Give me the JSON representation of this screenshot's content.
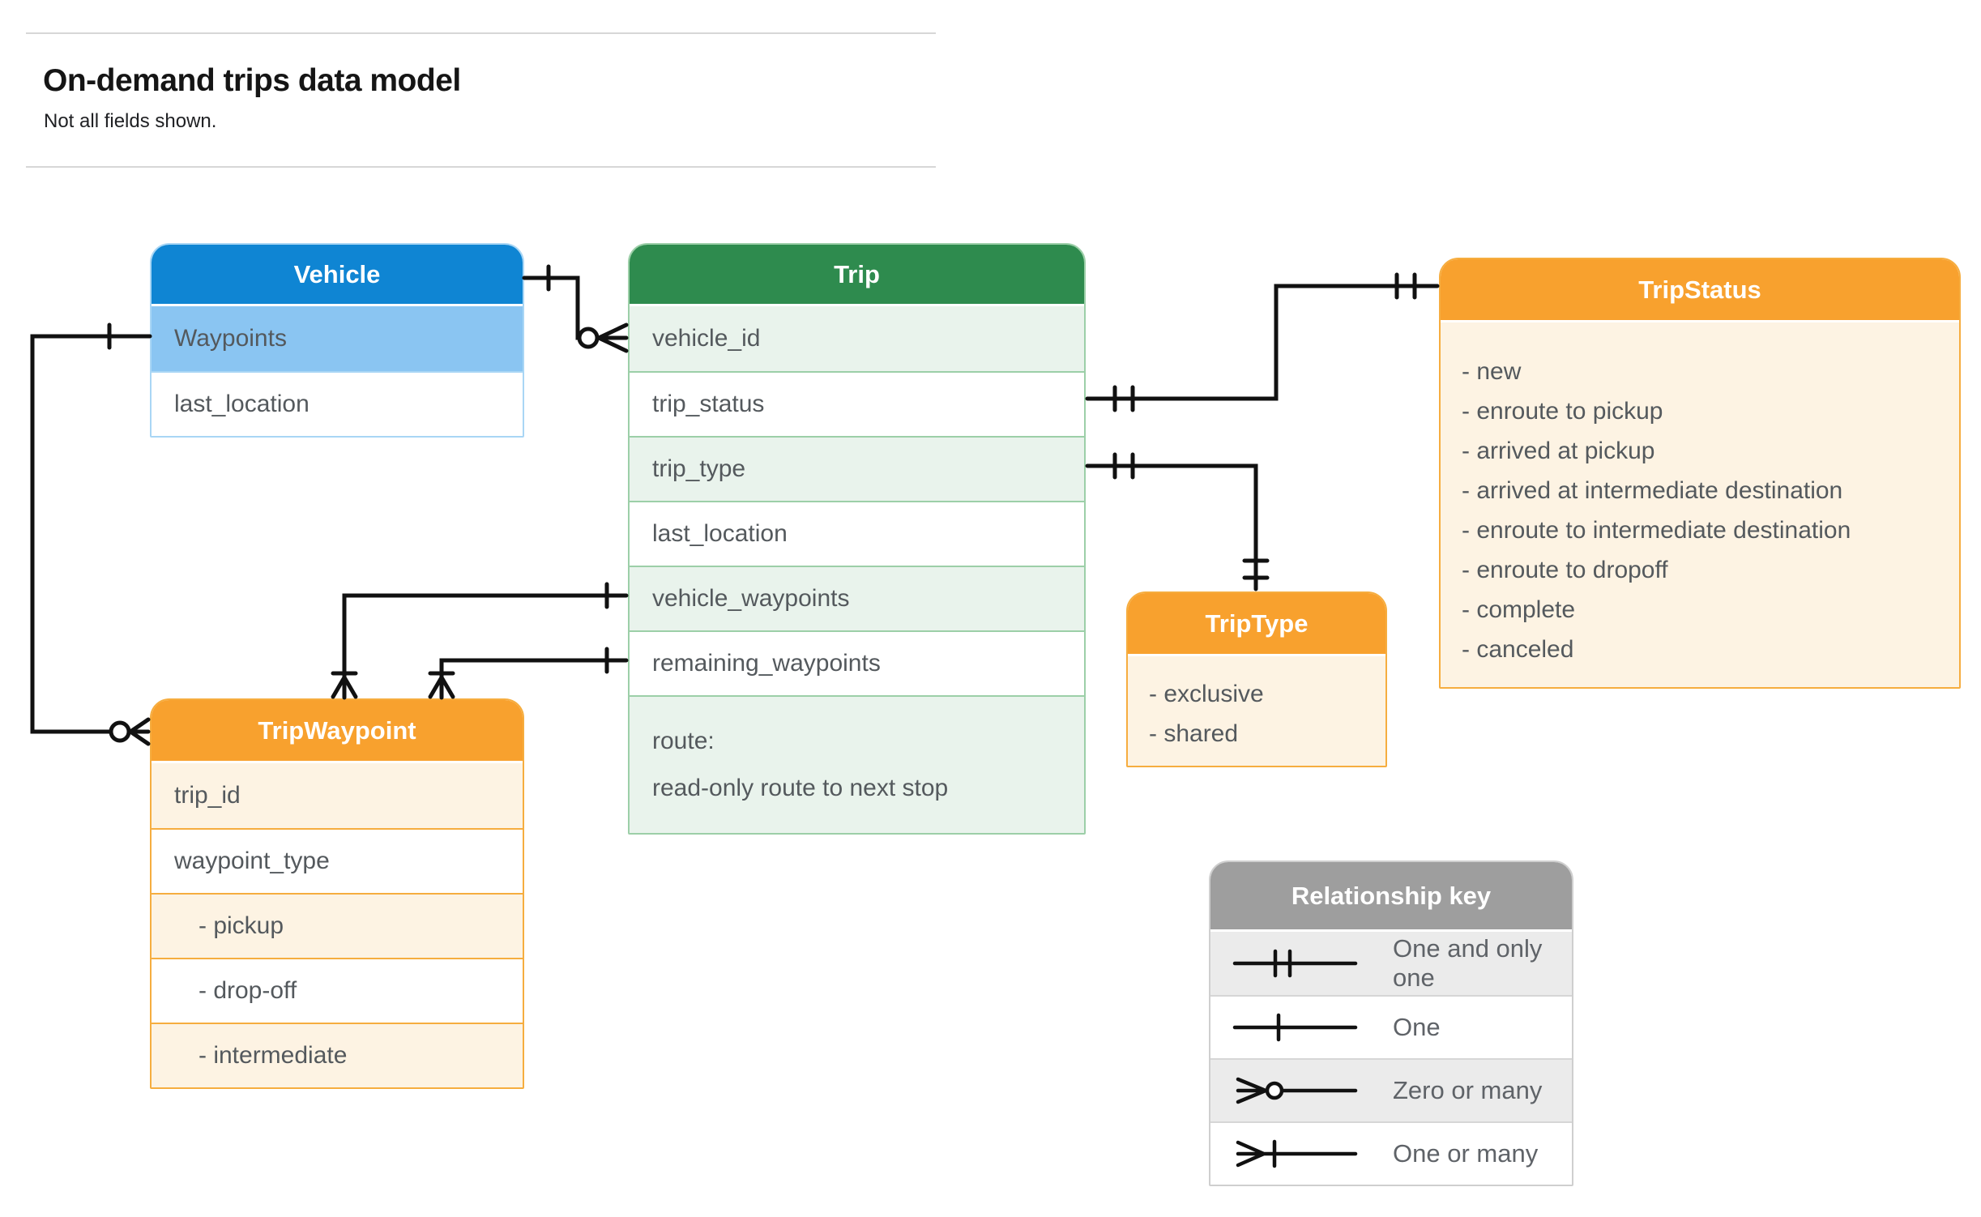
{
  "page": {
    "title": "On-demand trips data model",
    "subtitle": "Not all fields shown."
  },
  "entities": {
    "vehicle": {
      "title": "Vehicle",
      "fields": [
        "Waypoints",
        "last_location"
      ]
    },
    "trip": {
      "title": "Trip",
      "fields": [
        "vehicle_id",
        "trip_status",
        "trip_type",
        "last_location",
        "vehicle_waypoints",
        "remaining_waypoints"
      ],
      "route_label": "route:",
      "route_desc": "read-only route to next stop"
    },
    "trip_status": {
      "title": "TripStatus",
      "values": [
        "- new",
        "- enroute to pickup",
        "- arrived at pickup",
        "- arrived at intermediate destination",
        "- enroute to intermediate destination",
        "- enroute to dropoff",
        "- complete",
        "- canceled"
      ]
    },
    "trip_type": {
      "title": "TripType",
      "values": [
        "- exclusive",
        "- shared"
      ]
    },
    "trip_waypoint": {
      "title": "TripWaypoint",
      "fields": [
        "trip_id",
        "waypoint_type"
      ],
      "values": [
        "- pickup",
        "- drop-off",
        "- intermediate"
      ]
    }
  },
  "legend": {
    "title": "Relationship key",
    "items": [
      {
        "symbol": "one-and-only-one-symbol",
        "label": "One and only one"
      },
      {
        "symbol": "one-symbol",
        "label": "One"
      },
      {
        "symbol": "zero-or-many-symbol",
        "label": "Zero or many"
      },
      {
        "symbol": "one-or-many-symbol",
        "label": "One or many"
      }
    ]
  },
  "relationships": [
    {
      "from": "Vehicle",
      "to": "Trip.vehicle_id",
      "from_cardinality": "one",
      "to_cardinality": "zero or many"
    },
    {
      "from": "Trip.trip_status",
      "to": "TripStatus",
      "from_cardinality": "one and only one",
      "to_cardinality": "one and only one"
    },
    {
      "from": "Trip.trip_type",
      "to": "TripType",
      "from_cardinality": "one and only one",
      "to_cardinality": "one and only one"
    },
    {
      "from": "Trip.vehicle_waypoints",
      "to": "TripWaypoint",
      "from_cardinality": "one",
      "to_cardinality": "one or many"
    },
    {
      "from": "Trip.remaining_waypoints",
      "to": "TripWaypoint",
      "from_cardinality": "one",
      "to_cardinality": "one or many"
    },
    {
      "from": "Vehicle.Waypoints",
      "to": "TripWaypoint",
      "from_cardinality": "one",
      "to_cardinality": "zero or many"
    }
  ],
  "colors": {
    "vehicle_header": "#0f85d3",
    "vehicle_tint": "#8ac5f2",
    "trip_header": "#2e8b4e",
    "trip_tint": "#e9f3ec",
    "orange_header": "#f8a12e",
    "orange_tint": "#fdf3e3",
    "legend_header": "#9e9e9e",
    "legend_tint": "#ebebeb",
    "connector": "#111111",
    "row_text": "#54595d"
  }
}
